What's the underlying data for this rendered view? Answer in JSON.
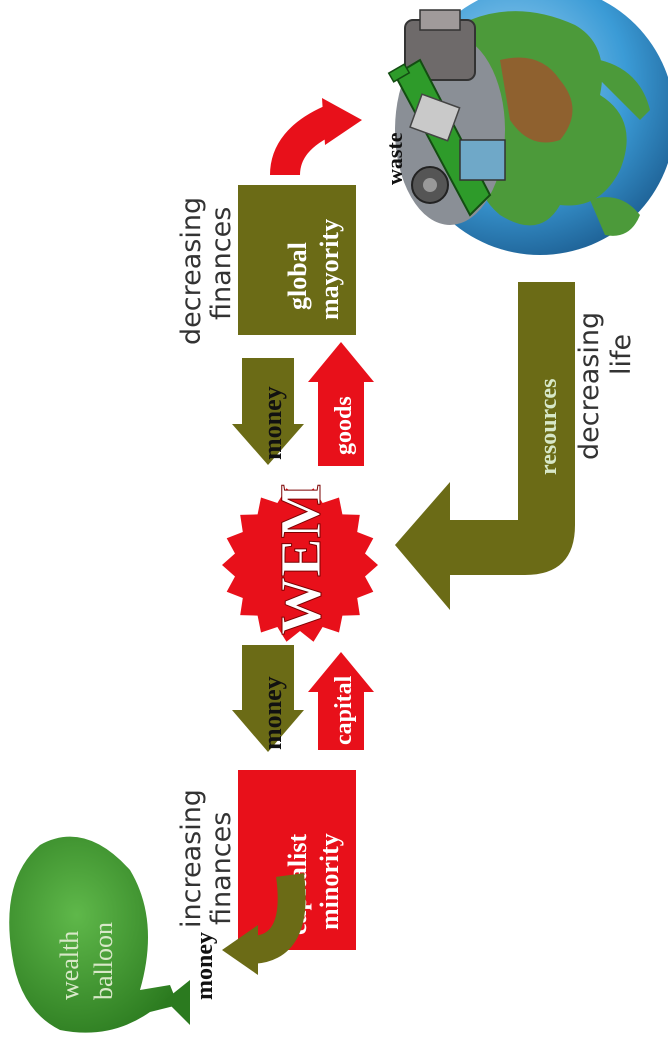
{
  "labels": {
    "wealth_balloon": [
      "wealth",
      "balloon"
    ],
    "money_balloon": "money",
    "increasing_finances": [
      "increasing",
      "finances"
    ],
    "capitalist_minority": [
      "capitalist",
      "minority"
    ],
    "money_left": "money",
    "capital": "capital",
    "wem": "WEM",
    "money_right": "money",
    "goods": "goods",
    "decreasing_finances": [
      "decreasing",
      "finances"
    ],
    "global_mayority": [
      "global",
      "mayority"
    ],
    "waste": "waste",
    "resources": "resources",
    "decreasing_life": [
      "decreasing",
      "life"
    ]
  },
  "colors": {
    "olive": "#6b6b16",
    "red": "#e8101a",
    "green_balloon": "#3d9a2c",
    "ocean": "#3b9bd6",
    "land": "#4c9a3a",
    "text_dark": "#333333",
    "text_light": "#d8e8c8"
  },
  "icons": {
    "globe": "earth-globe-with-trash-icon",
    "gear": "gear-cog-icon",
    "balloon": "money-bag-balloon-icon"
  }
}
